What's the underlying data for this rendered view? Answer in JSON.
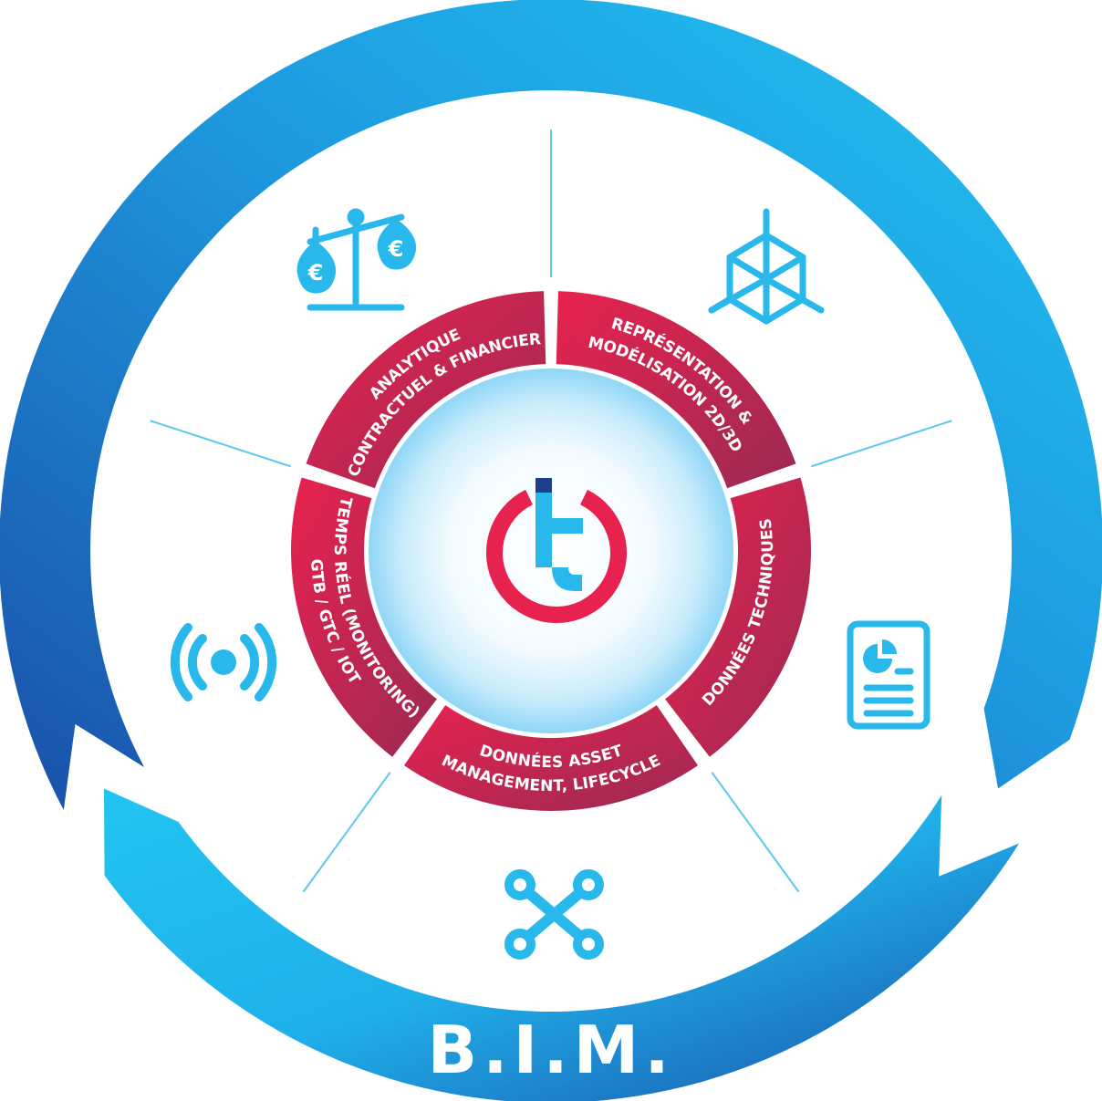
{
  "outer_ring": {
    "title_top": "BUILDING INFORMATION MODELING",
    "title_bottom": "B.I.M."
  },
  "segments": [
    {
      "id": "analytique",
      "lines": [
        "ANALYTIQUE",
        "CONTRACTUEL & FINANCIER"
      ],
      "icon": "scale-euro-icon"
    },
    {
      "id": "representation",
      "lines": [
        "REPRÉSENTATION &",
        "MODÉLISATION 2D/3D"
      ],
      "icon": "cube-3d-icon"
    },
    {
      "id": "donnees-techniques",
      "lines": [
        "DONNÉES TECHNIQUES"
      ],
      "icon": "document-chart-icon"
    },
    {
      "id": "asset",
      "lines": [
        "DONNÉES ASSET",
        "MANAGEMENT, LIFECYCLE"
      ],
      "icon": "wrench-tools-icon"
    },
    {
      "id": "temps-reel",
      "lines": [
        "TEMPS RÉEL (MONITORING)",
        "GTB / GTC / IOT"
      ],
      "icon": "broadcast-signal-icon"
    }
  ],
  "center_logo": {
    "letter": "t",
    "icon": "brand-t-logo-icon"
  },
  "colors": {
    "ring_dark": "#1a5db4",
    "ring_light": "#1ec3f2",
    "segment_start": "#e8224f",
    "segment_end": "#9b2a52",
    "icon": "#29b8ec",
    "divider": "#5cc8ee",
    "logo_red": "#e8224f",
    "logo_blue": "#29b8ec",
    "logo_navy": "#1f3f8a"
  }
}
